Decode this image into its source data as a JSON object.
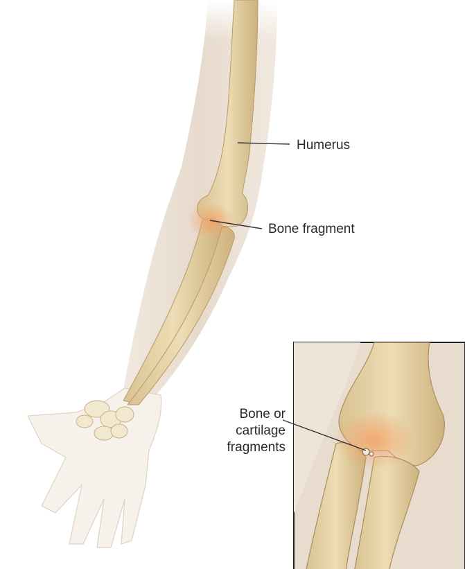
{
  "labels": {
    "humerus": "Humerus",
    "bone_fragment": "Bone fragment",
    "inset_line1": "Bone or",
    "inset_line2": "cartilage",
    "inset_line3": "fragments"
  },
  "colors": {
    "skin": "#e8ddd0",
    "bone": "#e2cfa0",
    "bone_shadow": "#c9b07c",
    "inflammation": "#f0a870",
    "leader_line": "#333333"
  }
}
